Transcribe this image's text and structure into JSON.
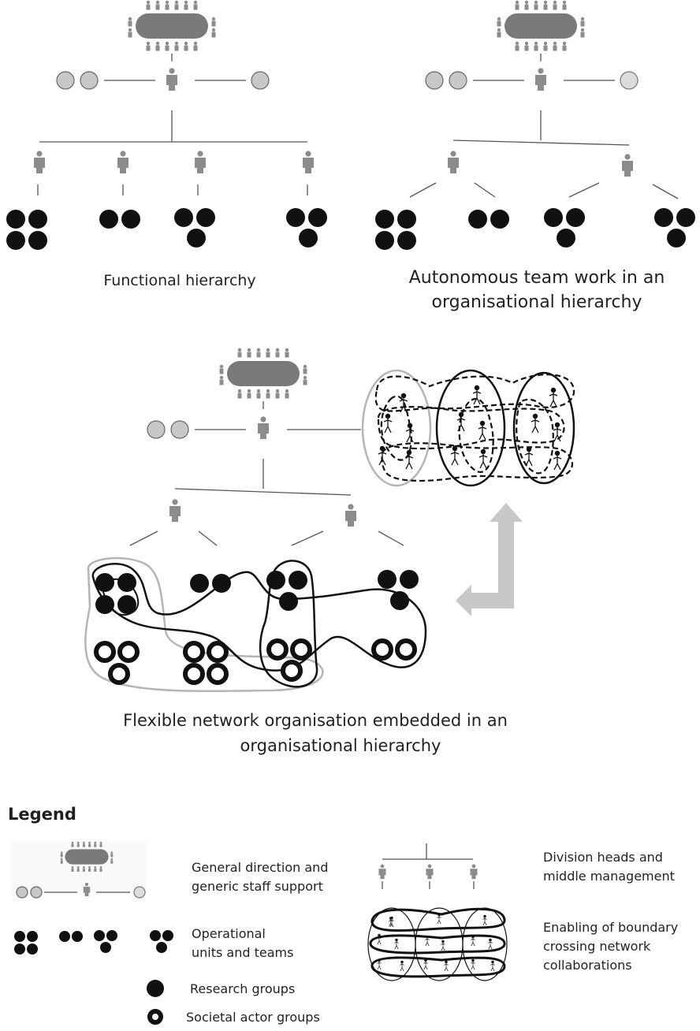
{
  "captions": {
    "functional": "Functional hierarchy",
    "autonomous_line1": "Autonomous team work in an",
    "autonomous_line2": "organisational hierarchy",
    "flexible_line1": "Flexible network organisation embedded in an",
    "flexible_line2": "organisational hierarchy"
  },
  "legend": {
    "title": "Legend",
    "general_line1": "General direction and",
    "general_line2": "generic staff support",
    "division_line1": "Division heads and",
    "division_line2": "middle management",
    "operational_line1": "Operational",
    "operational_line2": "units and teams",
    "enabling_line1": "Enabling of boundary",
    "enabling_line2": "crossing network",
    "enabling_line3": "collaborations",
    "research": "Research groups",
    "societal": "Societal actor groups"
  },
  "icons": [
    "boardroom-icon",
    "person-icon",
    "staff-circle-icon",
    "research-group-icon",
    "societal-actor-icon",
    "stick-figure-icon",
    "arrow-icon"
  ],
  "colors": {
    "black": "#111111",
    "grey_person": "#8c8c8c",
    "light_circle": "#c8c8c8",
    "arrow": "#c8c8c8",
    "text": "#231f20"
  }
}
